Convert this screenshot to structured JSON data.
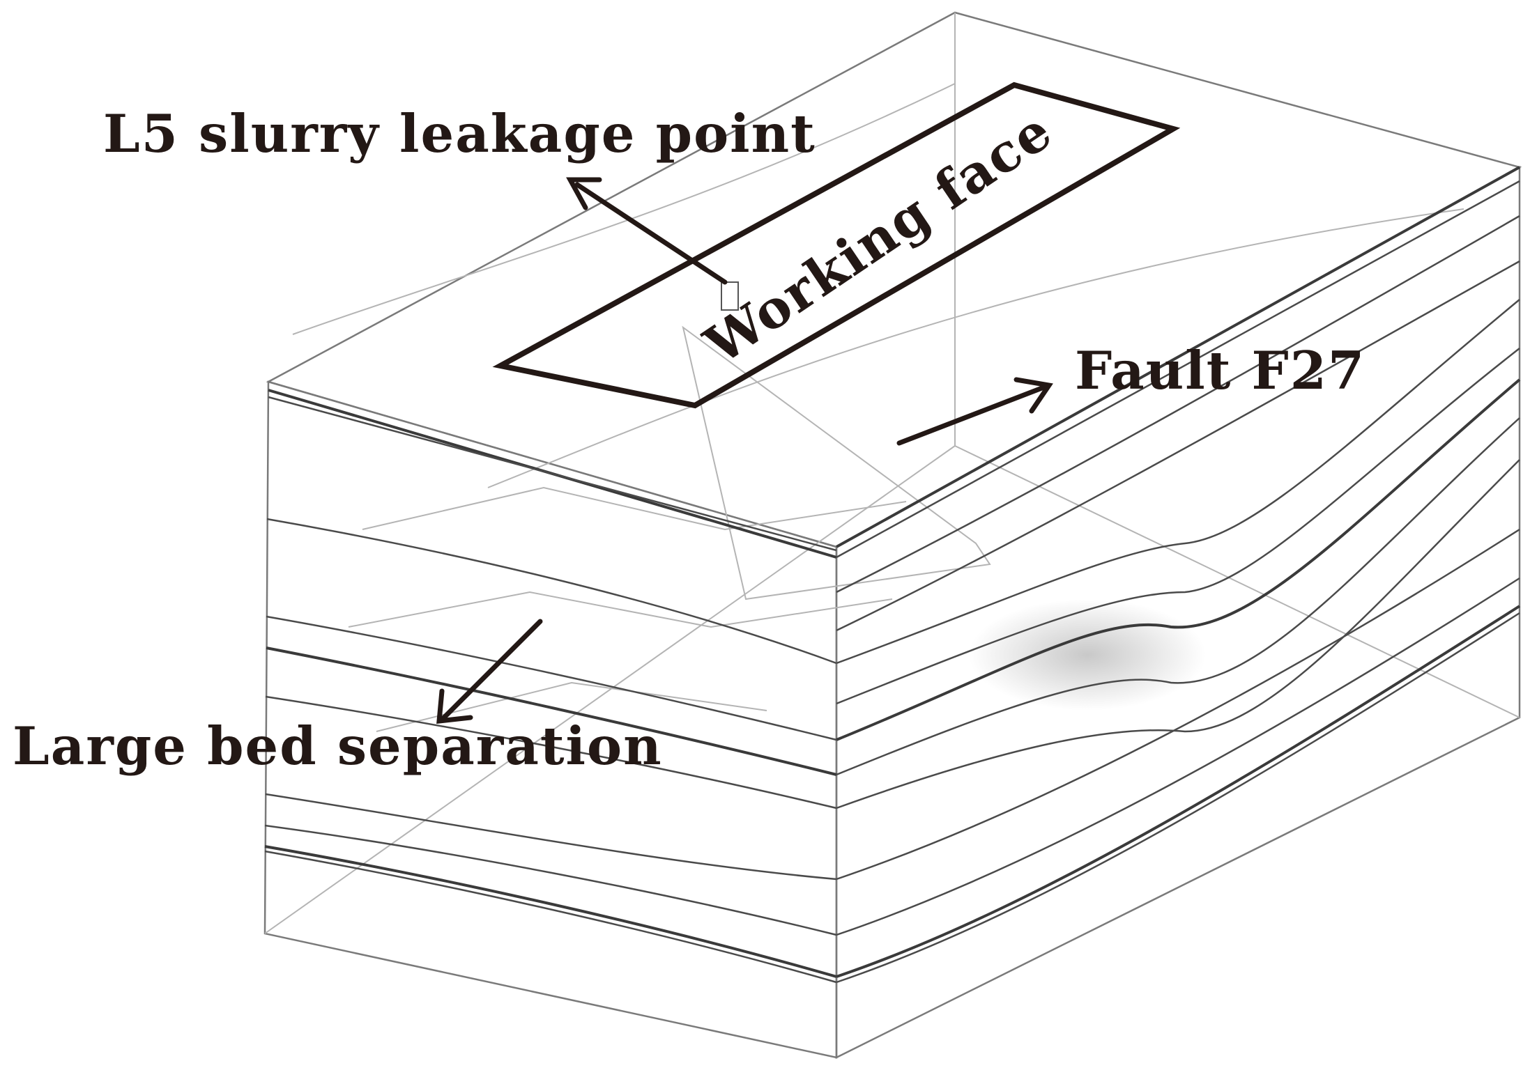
{
  "labels": {
    "leakage_point": "L5 slurry leakage point",
    "working_face": "Working face",
    "fault": "Fault F27",
    "bed_separation": "Large bed separation"
  },
  "colors": {
    "text": "#231815",
    "block_front": "#dcdcdc",
    "block_side": "#c4c4c4",
    "block_top": "#ececec"
  }
}
